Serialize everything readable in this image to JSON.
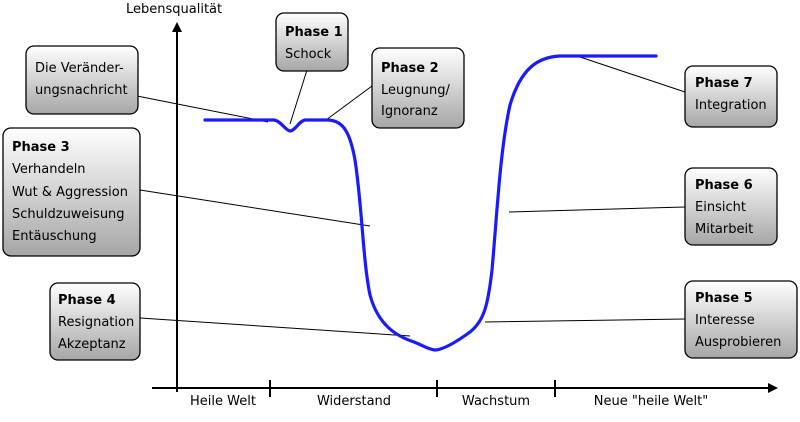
{
  "diagram": {
    "axes": {
      "y_label": "Lebensqualität"
    },
    "curve_color": "#1a1aff",
    "box_gradient": [
      "#ffffff",
      "#a6a6a6"
    ],
    "segments": [
      "Heile Welt",
      "Widerstand",
      "Wachstum",
      "Neue \"heile Welt\""
    ],
    "boxes": [
      {
        "id": "news",
        "title": "",
        "lines": [
          "Die Veränder-",
          "ungsnachricht"
        ]
      },
      {
        "id": "p1",
        "title": "Phase 1",
        "lines": [
          "Schock"
        ]
      },
      {
        "id": "p2",
        "title": "Phase 2",
        "lines": [
          "Leugnung/",
          "Ignoranz"
        ]
      },
      {
        "id": "p3",
        "title": "Phase 3",
        "lines": [
          "Verhandeln",
          "Wut & Aggression",
          "Schuldzuweisung",
          "Entäuschung"
        ]
      },
      {
        "id": "p4",
        "title": "Phase 4",
        "lines": [
          "Resignation",
          "Akzeptanz"
        ]
      },
      {
        "id": "p5",
        "title": "Phase 5",
        "lines": [
          "Interesse",
          "Ausprobieren"
        ]
      },
      {
        "id": "p6",
        "title": "Phase 6",
        "lines": [
          "Einsicht",
          "Mitarbeit"
        ]
      },
      {
        "id": "p7",
        "title": "Phase 7",
        "lines": [
          "Integration"
        ]
      }
    ]
  }
}
